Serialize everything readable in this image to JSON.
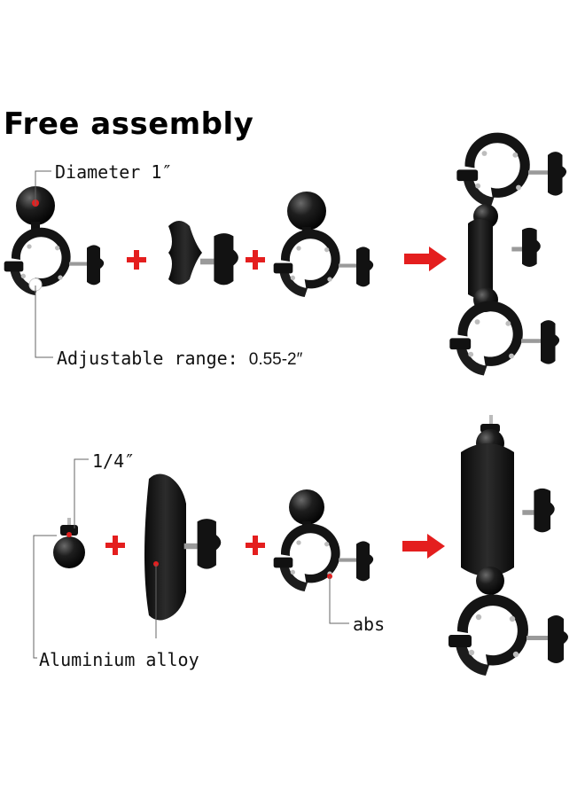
{
  "title": "Free assembly",
  "annotations": {
    "diameter": "Diameter 1″",
    "adjustable_text": "Adjustable range:",
    "adjustable_value": "0.55-2″",
    "thread": "1/4″",
    "material_arm": "Aluminium alloy",
    "material_clamp": "abs"
  },
  "colors": {
    "part": "#111111",
    "operator": "#e41e1e",
    "marker": "#e41e1e",
    "leader": "#666666"
  },
  "icons": {
    "plus": "plus-icon",
    "arrow": "arrow-right-icon"
  }
}
